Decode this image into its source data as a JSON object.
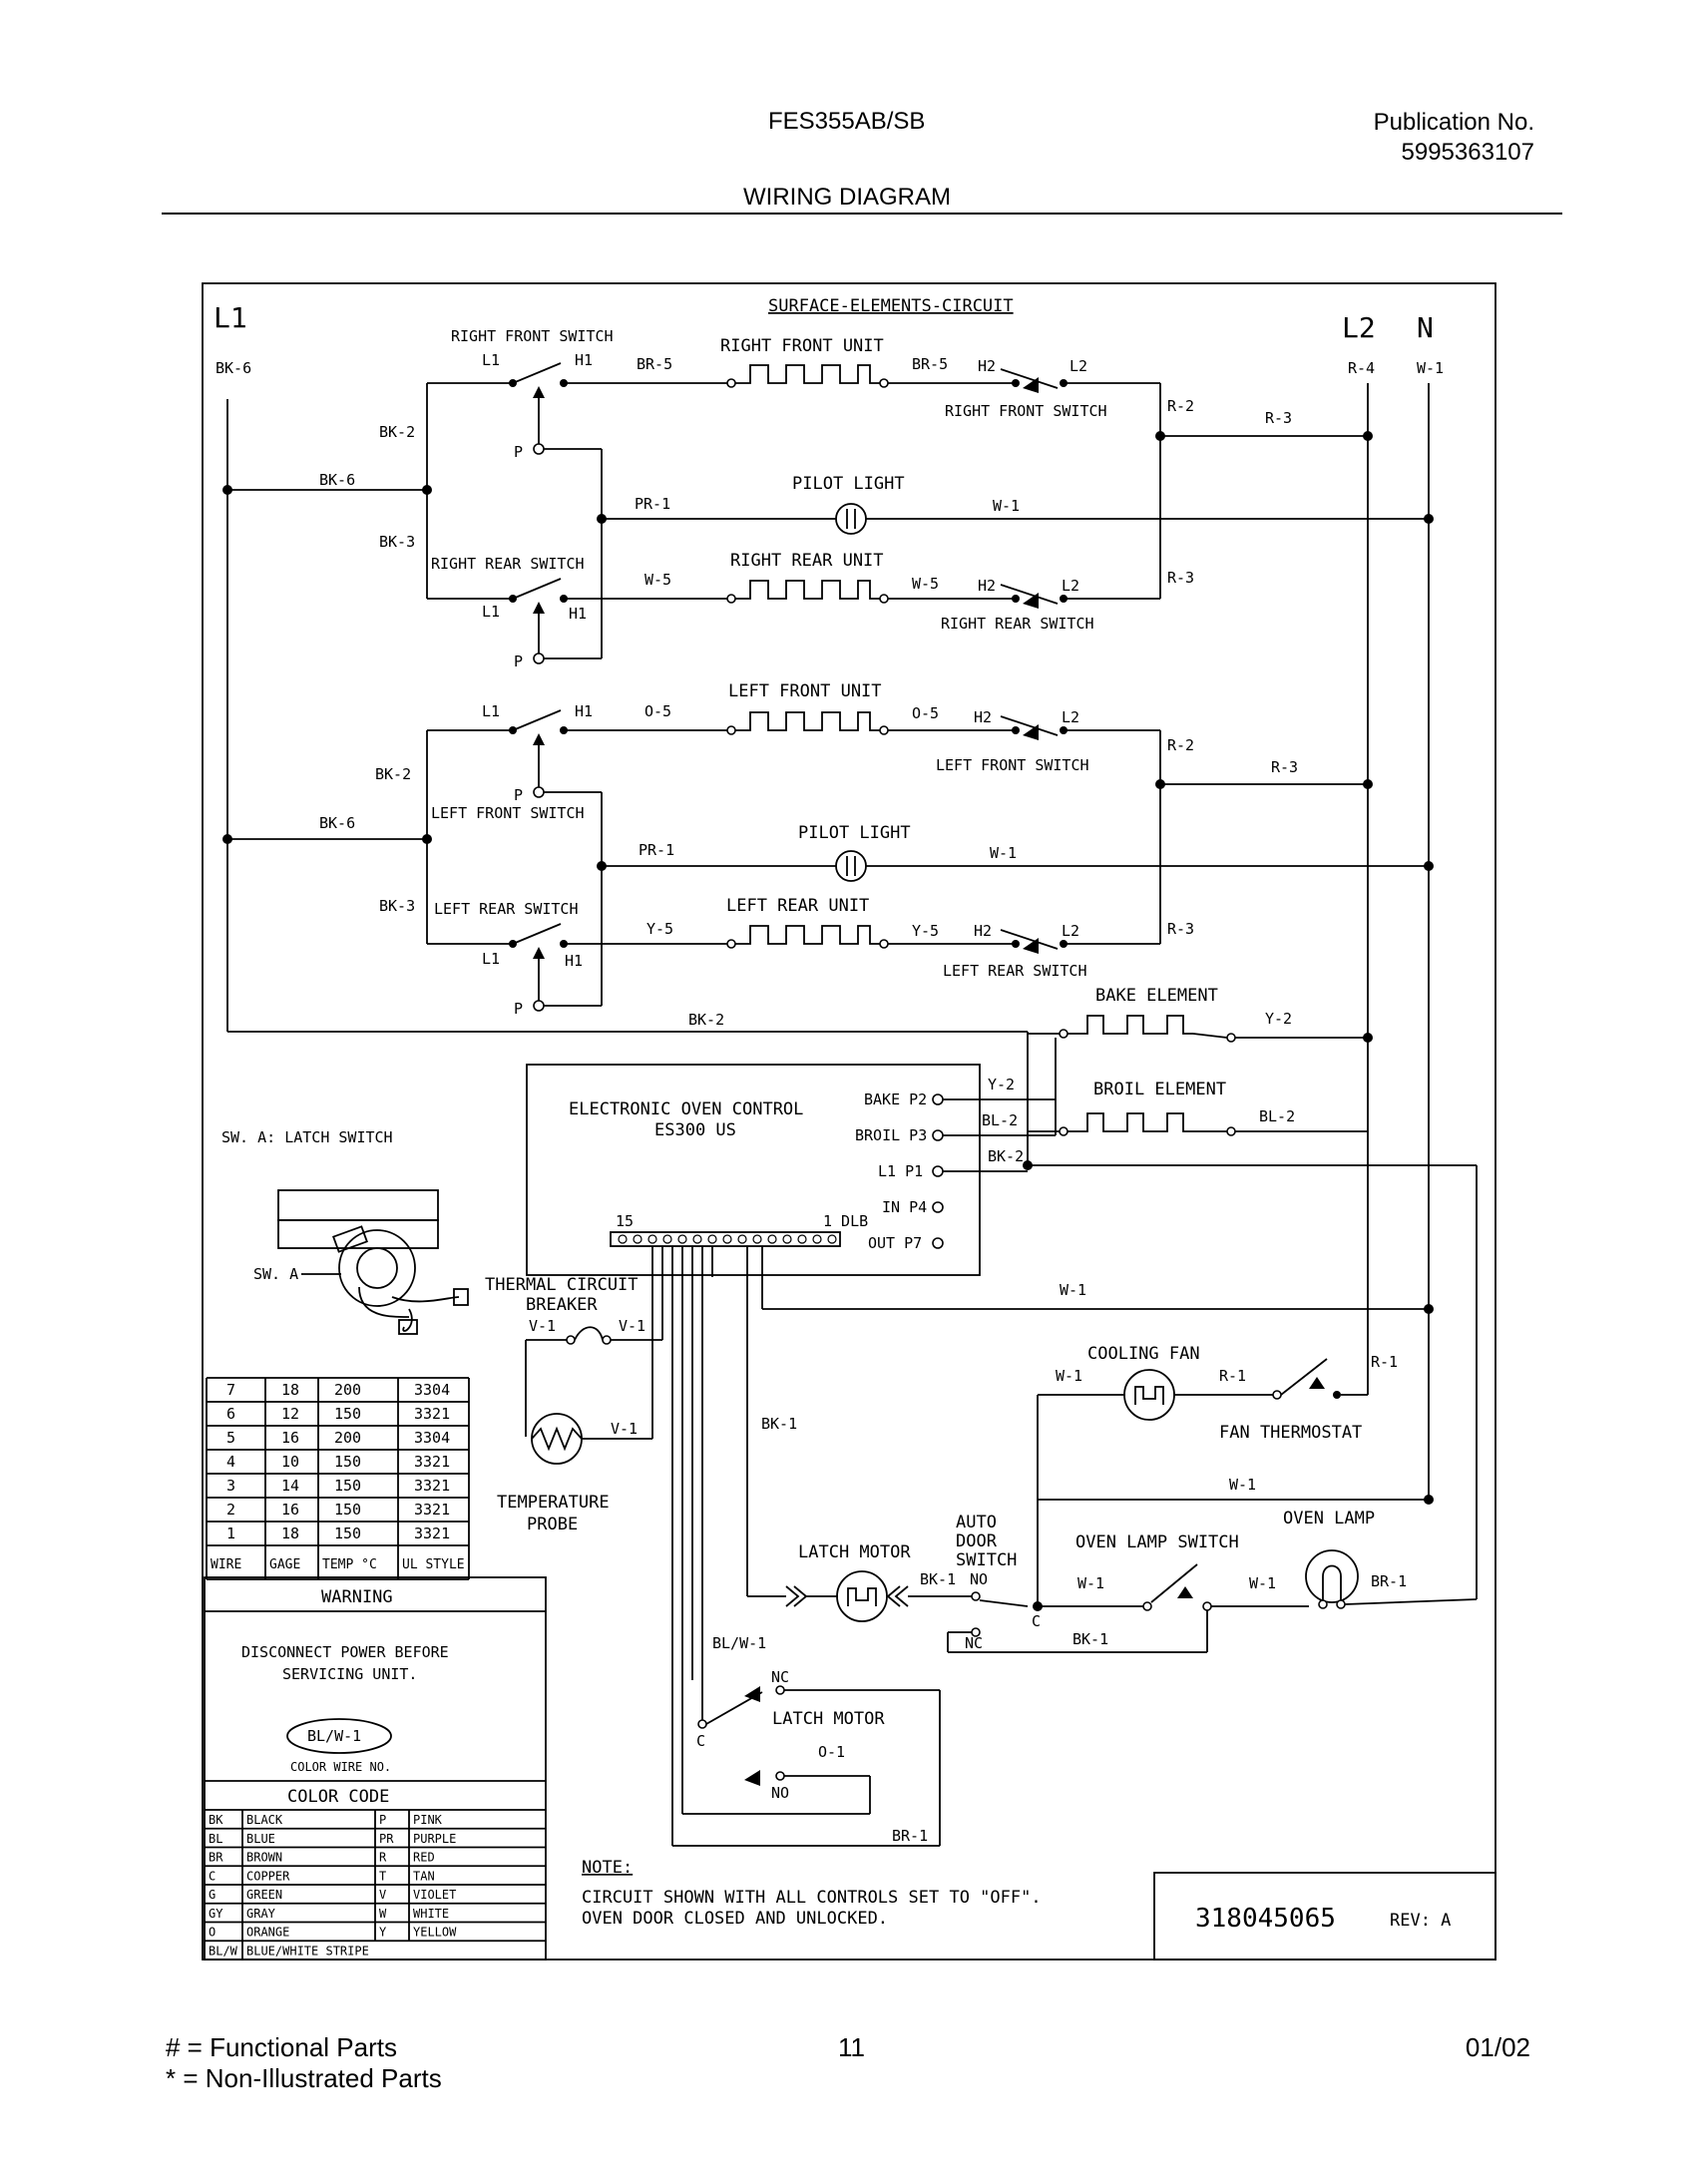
{
  "header": {
    "model": "FES355AB/SB",
    "publication_label": "Publication No.",
    "publication_number": "5995363107",
    "title": "WIRING DIAGRAM"
  },
  "diagram": {
    "l1": "L1",
    "l2": "L2",
    "n": "N",
    "section_title": "SURFACE-ELEMENTS-CIRCUIT",
    "right_front_switch": "RIGHT FRONT SWITCH",
    "right_front_unit": "RIGHT FRONT UNIT",
    "right_rear_switch": "RIGHT REAR SWITCH",
    "right_rear_unit": "RIGHT REAR UNIT",
    "left_front_unit": "LEFT FRONT UNIT",
    "left_front_switch": "LEFT FRONT SWITCH",
    "left_rear_switch": "LEFT REAR SWITCH",
    "left_rear_unit": "LEFT REAR UNIT",
    "pilot_light": "PILOT LIGHT",
    "bake_element": "BAKE ELEMENT",
    "broil_element": "BROIL ELEMENT",
    "eoc_line1": "ELECTRONIC OVEN CONTROL",
    "eoc_line2": "ES300 US",
    "eoc_bake": "BAKE P2",
    "eoc_broil": "BROIL P3",
    "eoc_l1": "L1 P1",
    "eoc_in": "IN P4",
    "eoc_out": "OUT P7",
    "eoc_dlb": "1 DLB",
    "eoc_15": "15",
    "latch_switch": "SW. A: LATCH SWITCH",
    "sw_a": "SW. A",
    "thermal_breaker_1": "THERMAL CIRCUIT",
    "thermal_breaker_2": "BREAKER",
    "temp_probe_1": "TEMPERATURE",
    "temp_probe_2": "PROBE",
    "cooling_fan": "COOLING FAN",
    "fan_thermostat": "FAN THERMOSTAT",
    "latch_motor": "LATCH MOTOR",
    "auto_door_1": "AUTO",
    "auto_door_2": "DOOR",
    "auto_door_3": "SWITCH",
    "oven_lamp_switch": "OVEN LAMP SWITCH",
    "oven_lamp": "OVEN LAMP",
    "note_title": "NOTE:",
    "note_line1": "CIRCUIT SHOWN WITH ALL CONTROLS SET TO \"OFF\".",
    "note_line2": "OVEN DOOR CLOSED AND UNLOCKED.",
    "part_number": "318045065",
    "revision": "REV: A",
    "pin_labels": {
      "L1": "L1",
      "H1": "H1",
      "H2": "H2",
      "L2": "L2",
      "P": "P",
      "NO": "NO",
      "NC": "NC",
      "C": "C"
    },
    "wires": {
      "BK-6": "BK-6",
      "BK-2": "BK-2",
      "BK-3": "BK-3",
      "BK-1": "BK-1",
      "BR-5": "BR-5",
      "BR-1": "BR-1",
      "R-2": "R-2",
      "R-3": "R-3",
      "R-4": "R-4",
      "R-1": "R-1",
      "W-1": "W-1",
      "W-5": "W-5",
      "PR-1": "PR-1",
      "O-5": "O-5",
      "O-1": "O-1",
      "Y-5": "Y-5",
      "Y-2": "Y-2",
      "BL-2": "BL-2",
      "BL/W-1": "BL/W-1",
      "V-1": "V-1"
    }
  },
  "wire_table": {
    "headers": [
      "WIRE",
      "GAGE",
      "TEMP °C",
      "UL STYLE"
    ],
    "rows": [
      [
        "7",
        "18",
        "200",
        "3304"
      ],
      [
        "6",
        "12",
        "150",
        "3321"
      ],
      [
        "5",
        "16",
        "200",
        "3304"
      ],
      [
        "4",
        "10",
        "150",
        "3321"
      ],
      [
        "3",
        "14",
        "150",
        "3321"
      ],
      [
        "2",
        "16",
        "150",
        "3321"
      ],
      [
        "1",
        "18",
        "150",
        "3321"
      ]
    ]
  },
  "warning": {
    "title": "WARNING",
    "line1": "DISCONNECT POWER BEFORE",
    "line2": "SERVICING UNIT.",
    "bubble": "BL/W-1",
    "bubble_caption": "COLOR WIRE NO."
  },
  "color_code": {
    "title": "COLOR CODE",
    "rows": [
      [
        "BK",
        "BLACK",
        "P",
        "PINK"
      ],
      [
        "BL",
        "BLUE",
        "PR",
        "PURPLE"
      ],
      [
        "BR",
        "BROWN",
        "R",
        "RED"
      ],
      [
        "C",
        "COPPER",
        "T",
        "TAN"
      ],
      [
        "G",
        "GREEN",
        "V",
        "VIOLET"
      ],
      [
        "GY",
        "GRAY",
        "W",
        "WHITE"
      ],
      [
        "O",
        "ORANGE",
        "Y",
        "YELLOW"
      ],
      [
        "BL/W",
        "BLUE/WHITE STRIPE",
        "",
        ""
      ]
    ]
  },
  "footer": {
    "legend_line1": "#  =  Functional Parts",
    "legend_line2": "*   =  Non-Illustrated Parts",
    "page": "11",
    "date": "01/02"
  }
}
